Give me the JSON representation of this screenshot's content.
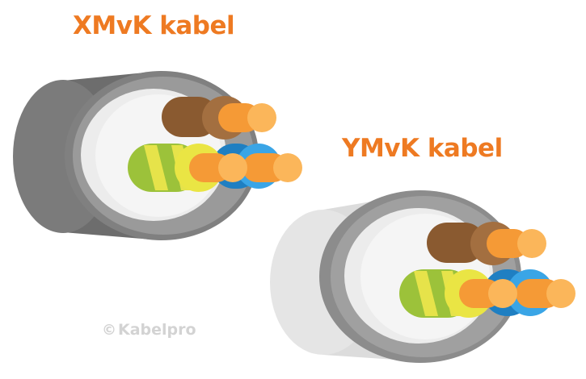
{
  "titles": {
    "xmvk": "XMvK kabel",
    "ymvk": "YMvK kabel"
  },
  "watermark": {
    "symbol": "©",
    "text": "Kabelpro"
  },
  "colors": {
    "title": "#ee7a22",
    "xmvk_outer_sheath": "#7b7b7b",
    "ymvk_outer_sheath": "#e3e3e3",
    "inner_filler": "#ececec",
    "brown_core": "#8a5a30",
    "green_yellow_core": "#a9c83a",
    "blue_core": "#2a8fd4",
    "copper": "#f7a03c",
    "watermark": "#d3d3d3"
  }
}
